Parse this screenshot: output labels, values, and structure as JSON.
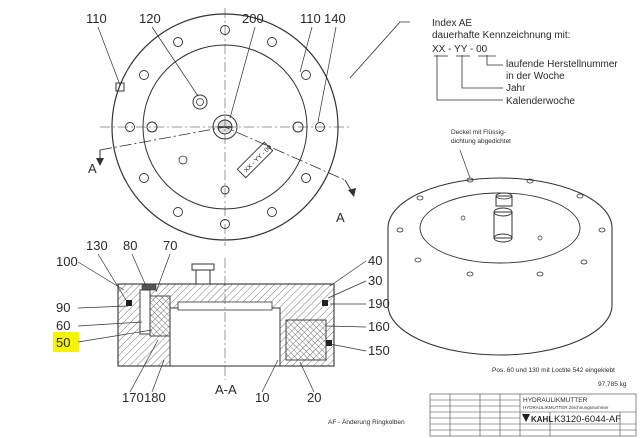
{
  "top_view": {
    "callouts": [
      "110",
      "120",
      "200",
      "110",
      "140"
    ],
    "plate_text": "XX - YY - 00",
    "section_marks": [
      "A",
      "A"
    ]
  },
  "index_note": {
    "lines": [
      "Index AE",
      "dauerhafte Kennzeichnung mit:",
      "XX - YY - 00"
    ],
    "items": [
      "laufende Herstellnummer",
      "in der Woche",
      "Jahr",
      "Kalenderwoche"
    ]
  },
  "iso_view": {
    "note_lines": [
      "Deckel mit Flüssig-",
      "dichtung abgedichtet"
    ]
  },
  "section_view": {
    "top_callouts": [
      "130",
      "80",
      "70"
    ],
    "left_callouts": [
      "100",
      "90",
      "60",
      "50"
    ],
    "right_callouts": [
      "40",
      "30",
      "190",
      "160",
      "150"
    ],
    "bottom_callouts": [
      "170",
      "180",
      "10",
      "20"
    ],
    "section_label": "A-A",
    "highlight_color": "#f5f500"
  },
  "notes": {
    "loctite": "Pos. 60 und 130 mit Loctite 542 eingeklebt",
    "weight": "97,785 kg",
    "revision": "AF - Änderung Ringkolben"
  },
  "title_block": {
    "product": "HYDRAULIKMUTTER",
    "subtitle": "HYDRAULIKMUTTER Zeichnungsnummer",
    "company": "KAHL",
    "drawing_number": "K3120-6044-AF"
  }
}
